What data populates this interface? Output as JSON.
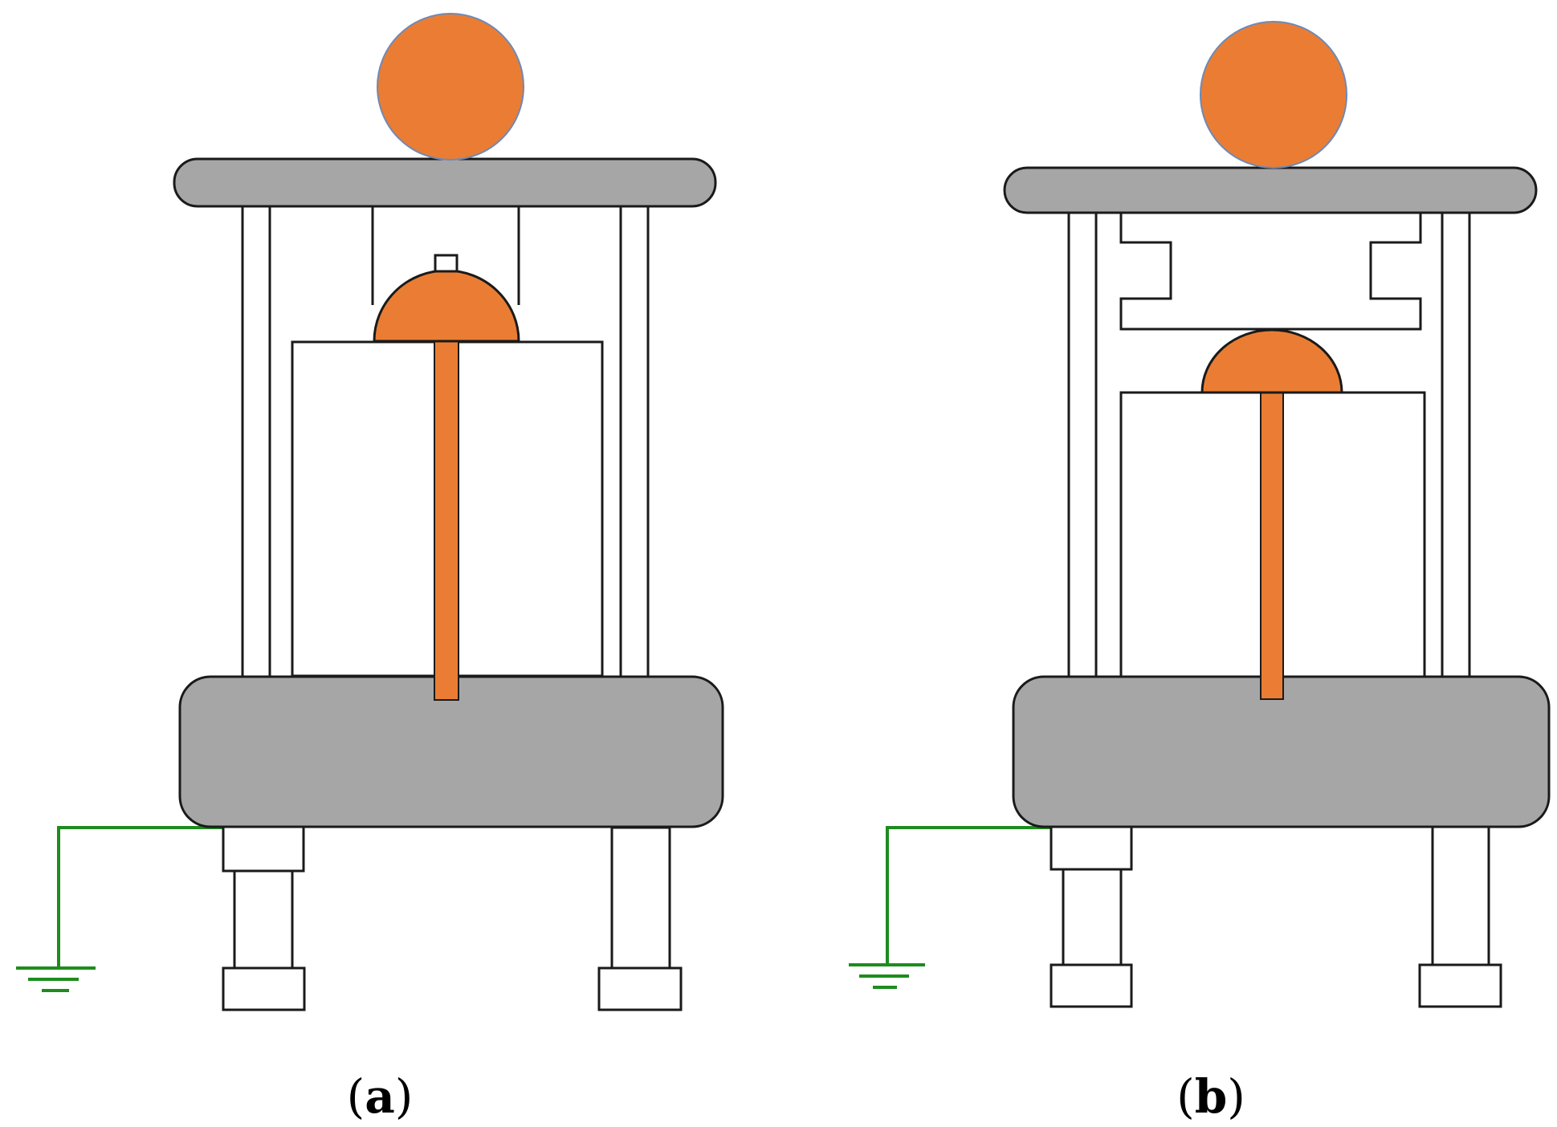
{
  "colors": {
    "accent_orange": "#EA7D33",
    "frame_gray": "#A6A6A6",
    "ground_green": "#1E8C1E",
    "outline": "#1A1A1A"
  },
  "panels": [
    {
      "id": "a",
      "caption_open": "(",
      "caption_letter": "a",
      "caption_close": ")"
    },
    {
      "id": "b",
      "caption_open": "(",
      "caption_letter": "b",
      "caption_close": ")"
    }
  ]
}
